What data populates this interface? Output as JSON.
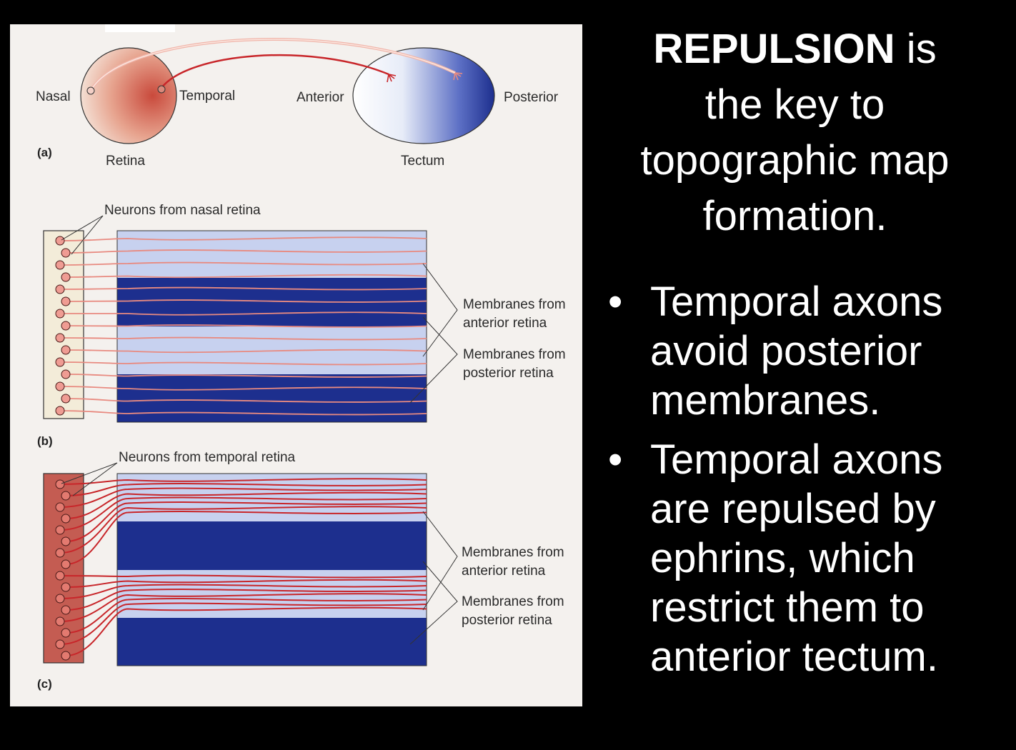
{
  "figure": {
    "panel_a": {
      "letter": "(a)",
      "nasal": "Nasal",
      "temporal": "Temporal",
      "anterior": "Anterior",
      "posterior": "Posterior",
      "retina": "Retina",
      "tectum": "Tectum"
    },
    "panel_b": {
      "letter": "(b)",
      "neurons_label": "Neurons from nasal retina",
      "membranes_anterior_line1": "Membranes from",
      "membranes_anterior_line2": "anterior retina",
      "membranes_posterior_line1": "Membranes from",
      "membranes_posterior_line2": "posterior retina"
    },
    "panel_c": {
      "letter": "(c)",
      "neurons_label": "Neurons from temporal retina",
      "membranes_anterior_line1": "Membranes from",
      "membranes_anterior_line2": "anterior retina",
      "membranes_posterior_line1": "Membranes from",
      "membranes_posterior_line2": "posterior retina"
    },
    "colors": {
      "light_stripe": "#c7d1ef",
      "dark_stripe": "#1d2f8e",
      "nasal_axon": "#e88a80",
      "temporal_axon": "#c8262a",
      "temporal_box": "#c45c52",
      "nasal_box": "#f3ecd9"
    }
  },
  "headline": {
    "strong": "REPULSION",
    "rest_line1": " is",
    "line2": "the key to",
    "line3": "topographic map",
    "line4": "formation."
  },
  "bullets": [
    "Temporal axons avoid posterior membranes.",
    "Temporal axons are repulsed by ephrins, which restrict them to anterior tectum."
  ]
}
